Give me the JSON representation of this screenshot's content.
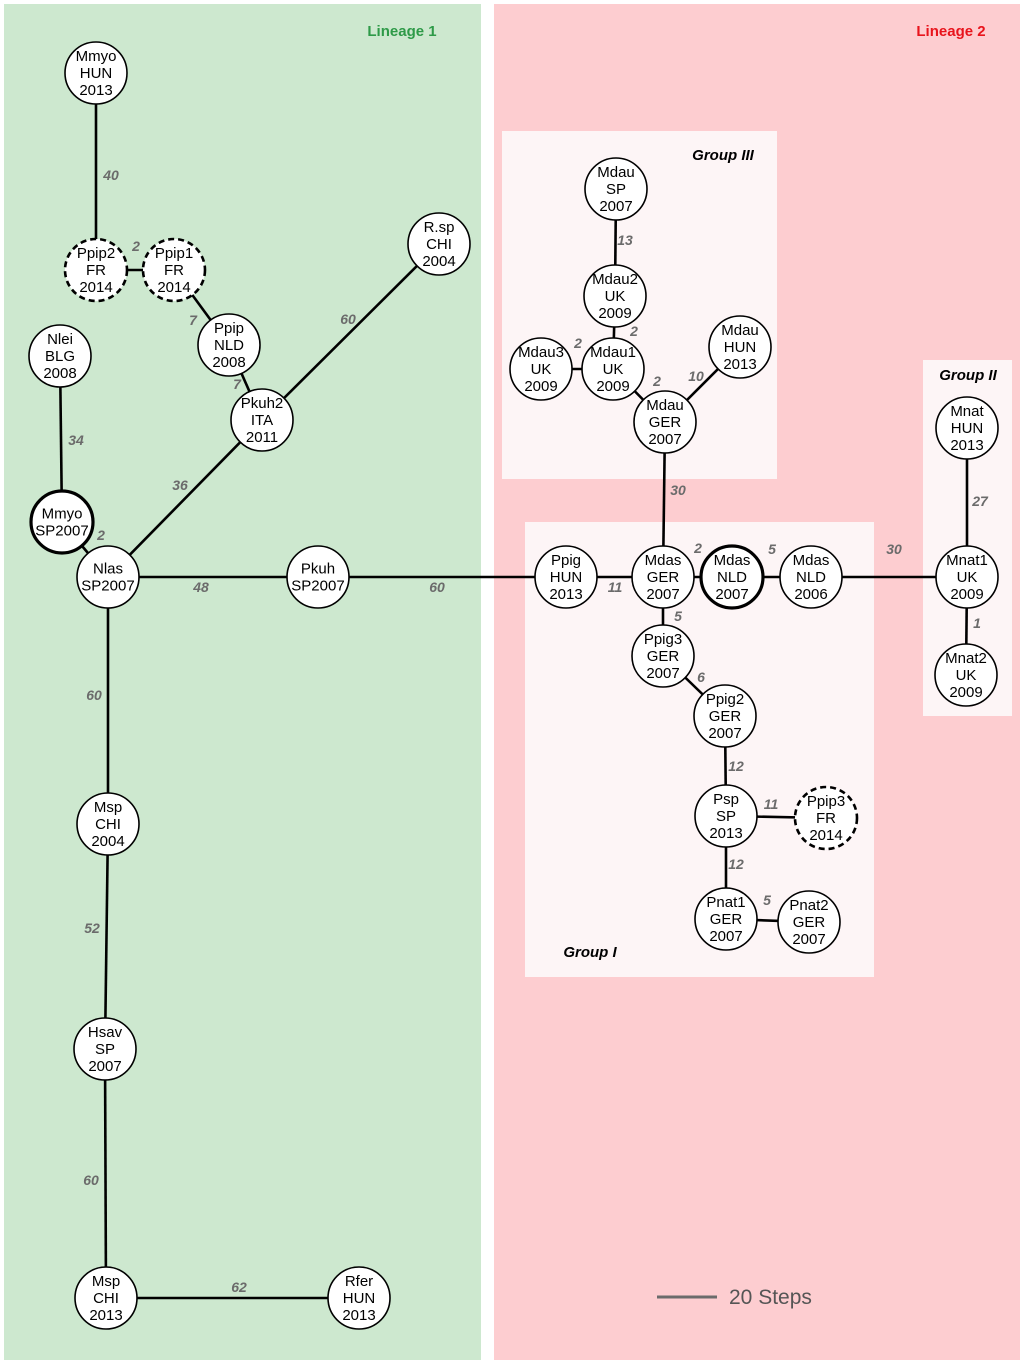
{
  "colors": {
    "lineage1_bg": "#cde8cf",
    "lineage2_bg": "#fdcdd0",
    "group_bg": "#fdf5f6",
    "lineage1_title": "#2e9a48",
    "lineage2_title": "#e8141c",
    "edge_label": "#6b6b6b"
  },
  "lineages": [
    {
      "id": "lineage1",
      "title": "Lineage 1"
    },
    {
      "id": "lineage2",
      "title": "Lineage 2"
    }
  ],
  "groups": [
    {
      "id": "group3",
      "title": "Group III"
    },
    {
      "id": "group2",
      "title": "Group II"
    },
    {
      "id": "group1",
      "title": "Group I"
    }
  ],
  "scale_bar": {
    "label": "20 Steps"
  },
  "nodes": [
    {
      "id": "mmyo_hun",
      "lines": [
        "Mmyo",
        "HUN",
        "2013"
      ],
      "border": "solid"
    },
    {
      "id": "ppip2_fr",
      "lines": [
        "Ppip2",
        "FR",
        "2014"
      ],
      "border": "dashed"
    },
    {
      "id": "ppip1_fr",
      "lines": [
        "Ppip1",
        "FR",
        "2014"
      ],
      "border": "dashed"
    },
    {
      "id": "ppip_nld",
      "lines": [
        "Ppip",
        "NLD",
        "2008"
      ],
      "border": "solid"
    },
    {
      "id": "rsp_chi",
      "lines": [
        "R.sp",
        "CHI",
        "2004"
      ],
      "border": "solid"
    },
    {
      "id": "nlei_blg",
      "lines": [
        "Nlei",
        "BLG",
        "2008"
      ],
      "border": "solid"
    },
    {
      "id": "pkuh2_ita",
      "lines": [
        "Pkuh2",
        "ITA",
        "2011"
      ],
      "border": "solid"
    },
    {
      "id": "mmyo_sp",
      "lines": [
        "Mmyo",
        "SP2007"
      ],
      "border": "thick"
    },
    {
      "id": "nlas_sp",
      "lines": [
        "Nlas",
        "SP2007"
      ],
      "border": "solid"
    },
    {
      "id": "pkuh_sp",
      "lines": [
        "Pkuh",
        "SP2007"
      ],
      "border": "solid"
    },
    {
      "id": "msp_chi04",
      "lines": [
        "Msp",
        "CHI",
        "2004"
      ],
      "border": "solid"
    },
    {
      "id": "hsav_sp",
      "lines": [
        "Hsav",
        "SP",
        "2007"
      ],
      "border": "solid"
    },
    {
      "id": "msp_chi13",
      "lines": [
        "Msp",
        "CHI",
        "2013"
      ],
      "border": "solid"
    },
    {
      "id": "rfer_hun",
      "lines": [
        "Rfer",
        "HUN",
        "2013"
      ],
      "border": "solid"
    },
    {
      "id": "mdau_sp",
      "lines": [
        "Mdau",
        "SP",
        "2007"
      ],
      "border": "solid"
    },
    {
      "id": "mdau2_uk",
      "lines": [
        "Mdau2",
        "UK",
        "2009"
      ],
      "border": "solid"
    },
    {
      "id": "mdau3_uk",
      "lines": [
        "Mdau3",
        "UK",
        "2009"
      ],
      "border": "solid"
    },
    {
      "id": "mdau1_uk",
      "lines": [
        "Mdau1",
        "UK",
        "2009"
      ],
      "border": "solid"
    },
    {
      "id": "mdau_hun",
      "lines": [
        "Mdau",
        "HUN",
        "2013"
      ],
      "border": "solid"
    },
    {
      "id": "mdau_ger",
      "lines": [
        "Mdau",
        "GER",
        "2007"
      ],
      "border": "solid"
    },
    {
      "id": "ppig_hun",
      "lines": [
        "Ppig",
        "HUN",
        "2013"
      ],
      "border": "solid"
    },
    {
      "id": "mdas_ger",
      "lines": [
        "Mdas",
        "GER",
        "2007"
      ],
      "border": "solid"
    },
    {
      "id": "mdas_nld07",
      "lines": [
        "Mdas",
        "NLD",
        "2007"
      ],
      "border": "thick"
    },
    {
      "id": "mdas_nld06",
      "lines": [
        "Mdas",
        "NLD",
        "2006"
      ],
      "border": "solid"
    },
    {
      "id": "ppig3_ger",
      "lines": [
        "Ppig3",
        "GER",
        "2007"
      ],
      "border": "solid"
    },
    {
      "id": "ppig2_ger",
      "lines": [
        "Ppig2",
        "GER",
        "2007"
      ],
      "border": "solid"
    },
    {
      "id": "psp_sp",
      "lines": [
        "Psp",
        "SP",
        "2013"
      ],
      "border": "solid"
    },
    {
      "id": "ppip3_fr",
      "lines": [
        "Ppip3",
        "FR",
        "2014"
      ],
      "border": "dashed"
    },
    {
      "id": "pnat1_ger",
      "lines": [
        "Pnat1",
        "GER",
        "2007"
      ],
      "border": "solid"
    },
    {
      "id": "pnat2_ger",
      "lines": [
        "Pnat2",
        "GER",
        "2007"
      ],
      "border": "solid"
    },
    {
      "id": "mnat_hun",
      "lines": [
        "Mnat",
        "HUN",
        "2013"
      ],
      "border": "solid"
    },
    {
      "id": "mnat1_uk",
      "lines": [
        "Mnat1",
        "UK",
        "2009"
      ],
      "border": "solid"
    },
    {
      "id": "mnat2_uk",
      "lines": [
        "Mnat2",
        "UK",
        "2009"
      ],
      "border": "solid"
    }
  ],
  "edges": [
    {
      "from": "mmyo_hun",
      "to": "ppip2_fr",
      "label": "40"
    },
    {
      "from": "ppip2_fr",
      "to": "ppip1_fr",
      "label": "2"
    },
    {
      "from": "ppip1_fr",
      "to": "ppip_nld",
      "label": "7"
    },
    {
      "from": "ppip_nld",
      "to": "pkuh2_ita",
      "label": "7"
    },
    {
      "from": "pkuh2_ita",
      "to": "rsp_chi",
      "label": "60"
    },
    {
      "from": "nlei_blg",
      "to": "mmyo_sp",
      "label": "34"
    },
    {
      "from": "nlas_sp",
      "to": "pkuh2_ita",
      "label": "36"
    },
    {
      "from": "mmyo_sp",
      "to": "nlas_sp",
      "label": "2"
    },
    {
      "from": "nlas_sp",
      "to": "pkuh_sp",
      "label": "48"
    },
    {
      "from": "pkuh_sp",
      "to": "ppig_hun",
      "label": "60"
    },
    {
      "from": "nlas_sp",
      "to": "msp_chi04",
      "label": "60"
    },
    {
      "from": "msp_chi04",
      "to": "hsav_sp",
      "label": "52"
    },
    {
      "from": "hsav_sp",
      "to": "msp_chi13",
      "label": "60"
    },
    {
      "from": "msp_chi13",
      "to": "rfer_hun",
      "label": "62"
    },
    {
      "from": "mdau_sp",
      "to": "mdau2_uk",
      "label": "13"
    },
    {
      "from": "mdau2_uk",
      "to": "mdau1_uk",
      "label": "2"
    },
    {
      "from": "mdau3_uk",
      "to": "mdau1_uk",
      "label": "2"
    },
    {
      "from": "mdau1_uk",
      "to": "mdau_ger",
      "label": "2"
    },
    {
      "from": "mdau_hun",
      "to": "mdau_ger",
      "label": "10"
    },
    {
      "from": "mdau_ger",
      "to": "mdas_ger",
      "label": "30"
    },
    {
      "from": "ppig_hun",
      "to": "mdas_ger",
      "label": "11"
    },
    {
      "from": "mdas_ger",
      "to": "mdas_nld07",
      "label": "2"
    },
    {
      "from": "mdas_nld07",
      "to": "mdas_nld06",
      "label": "5"
    },
    {
      "from": "mdas_nld06",
      "to": "mnat1_uk",
      "label": "30"
    },
    {
      "from": "mnat_hun",
      "to": "mnat1_uk",
      "label": "27"
    },
    {
      "from": "mnat1_uk",
      "to": "mnat2_uk",
      "label": "1"
    },
    {
      "from": "mdas_ger",
      "to": "ppig3_ger",
      "label": "5"
    },
    {
      "from": "ppig3_ger",
      "to": "ppig2_ger",
      "label": "6"
    },
    {
      "from": "ppig2_ger",
      "to": "psp_sp",
      "label": "12"
    },
    {
      "from": "psp_sp",
      "to": "ppip3_fr",
      "label": "11"
    },
    {
      "from": "psp_sp",
      "to": "pnat1_ger",
      "label": "12"
    },
    {
      "from": "pnat1_ger",
      "to": "pnat2_ger",
      "label": "5"
    }
  ]
}
